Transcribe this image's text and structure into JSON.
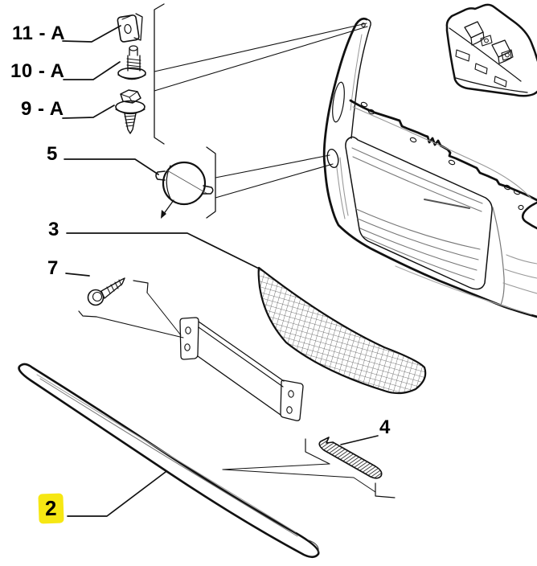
{
  "diagram": {
    "kind": "exploded parts diagram",
    "colors": {
      "background": "#ffffff",
      "line": "#111111",
      "highlight": "#f6e713"
    },
    "callouts": [
      {
        "ref": "11-A",
        "label": "11 - A",
        "selected": false
      },
      {
        "ref": "10-A",
        "label": "10 - A",
        "selected": false
      },
      {
        "ref": "9-A",
        "label": "9 - A",
        "selected": false
      },
      {
        "ref": "5",
        "label": "5",
        "selected": false
      },
      {
        "ref": "3",
        "label": "3",
        "selected": false
      },
      {
        "ref": "7",
        "label": "7",
        "selected": false
      },
      {
        "ref": "2",
        "label": "2",
        "selected": true
      },
      {
        "ref": "4",
        "label": "4",
        "selected": false
      }
    ]
  }
}
